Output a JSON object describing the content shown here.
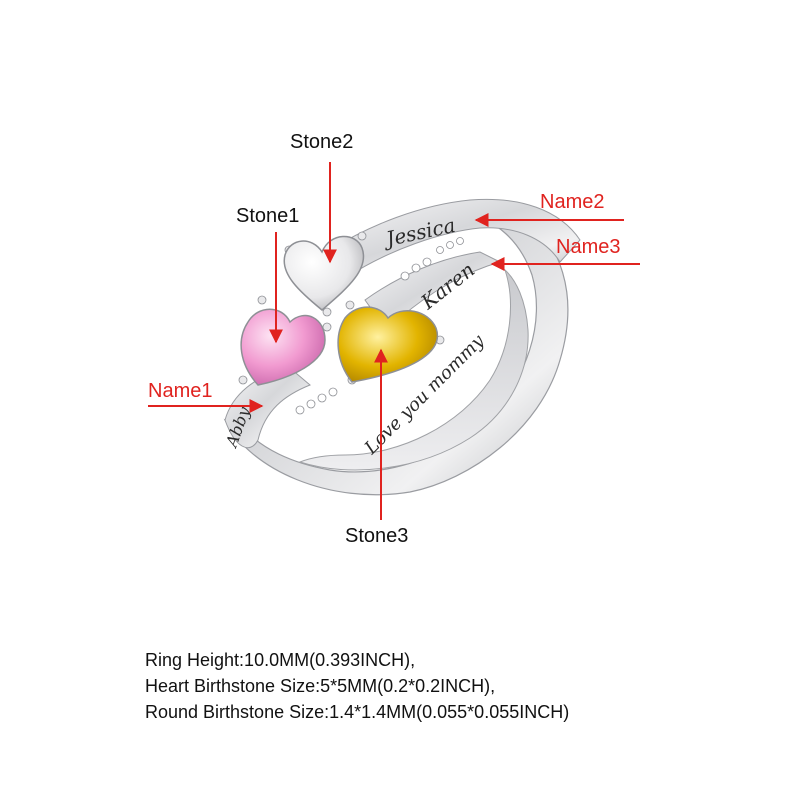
{
  "callouts": {
    "stone1": "Stone1",
    "stone2": "Stone2",
    "stone3": "Stone3",
    "name1": "Name1",
    "name2": "Name2",
    "name3": "Name3"
  },
  "engravings": {
    "name2": "Jessica",
    "name3": "Karen",
    "name1": "Abby",
    "inner": "Love you mommy"
  },
  "specs": [
    "Ring Height:10.0MM(0.393INCH),",
    "Heart Birthstone Size:5*5MM(0.2*0.2INCH),",
    "Round Birthstone Size:1.4*1.4MM(0.055*0.055INCH)"
  ],
  "colors": {
    "callout_red": "#e0231f",
    "callout_text": "#111111",
    "silver": "#dcdde0",
    "stone1_pink": "#f19ad0",
    "stone2_white": "#f4f4f4",
    "stone3_yellow": "#e2b400"
  }
}
